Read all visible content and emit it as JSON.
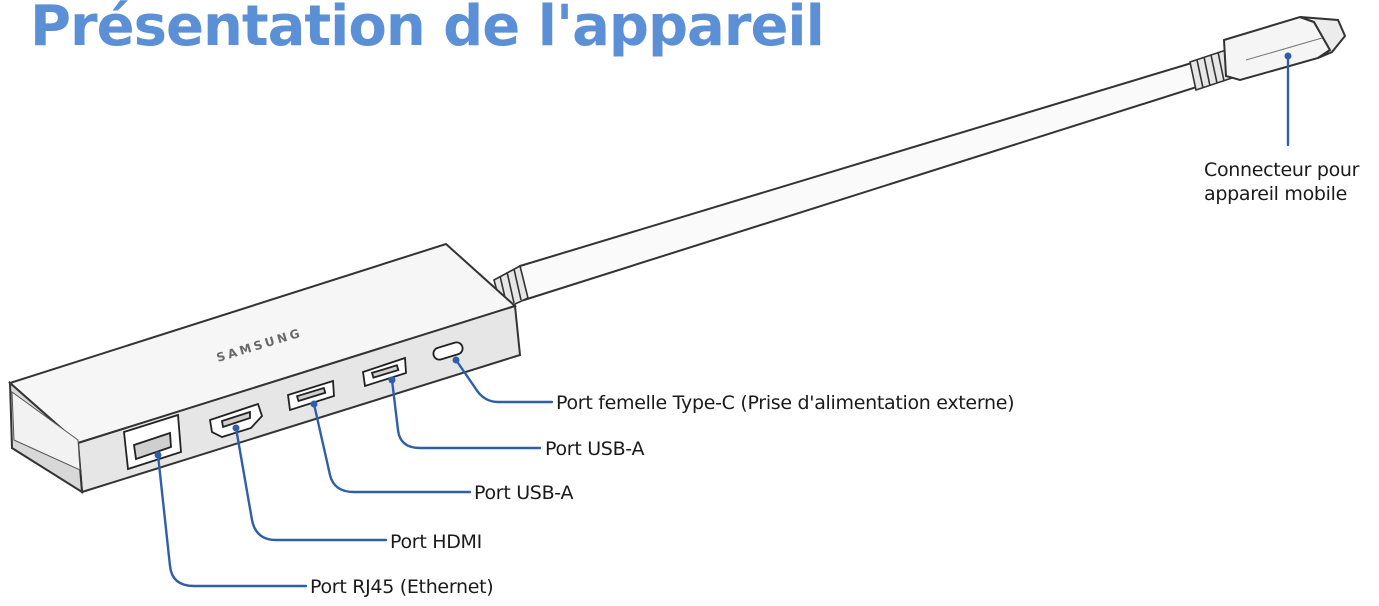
{
  "title": "Présentation de l'appareil",
  "colors": {
    "title": "#5b8fd6",
    "leader": "#2f5fa8",
    "outline": "#333333",
    "hub_top": "#f4f4f4",
    "hub_front": "#e4e4e4"
  },
  "device": {
    "brand_mark": "SAMSUNG"
  },
  "labels": {
    "connector_line1": "Connecteur pour",
    "connector_line2": "appareil mobile",
    "typec": "Port femelle Type-C (Prise d'alimentation externe)",
    "usba_1": "Port USB-A",
    "usba_2": "Port USB-A",
    "hdmi": "Port HDMI",
    "rj45": "Port RJ45 (Ethernet)"
  }
}
